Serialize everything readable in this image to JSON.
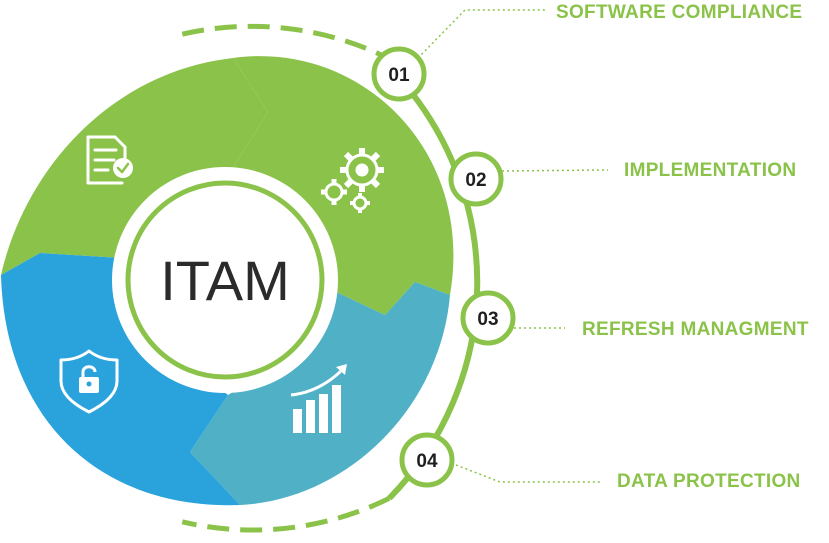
{
  "center": {
    "title": "ITAM"
  },
  "colors": {
    "green": "#8bc34a",
    "blue": "#2aa3dc",
    "teal": "#4fb0c6",
    "label": "#8bc34a",
    "text": "#2b2b2b"
  },
  "segments": [
    {
      "icon": "document-check-icon",
      "color": "#8bc34a"
    },
    {
      "icon": "gears-icon",
      "color": "#8bc34a"
    },
    {
      "icon": "bar-chart-growth-icon",
      "color": "#4fb0c6"
    },
    {
      "icon": "shield-lock-icon",
      "color": "#2aa3dc"
    }
  ],
  "steps": [
    {
      "number": "01",
      "label": "SOFTWARE COMPLIANCE"
    },
    {
      "number": "02",
      "label": "IMPLEMENTATION"
    },
    {
      "number": "03",
      "label": "REFRESH MANAGMENT"
    },
    {
      "number": "04",
      "label": "DATA PROTECTION"
    }
  ]
}
